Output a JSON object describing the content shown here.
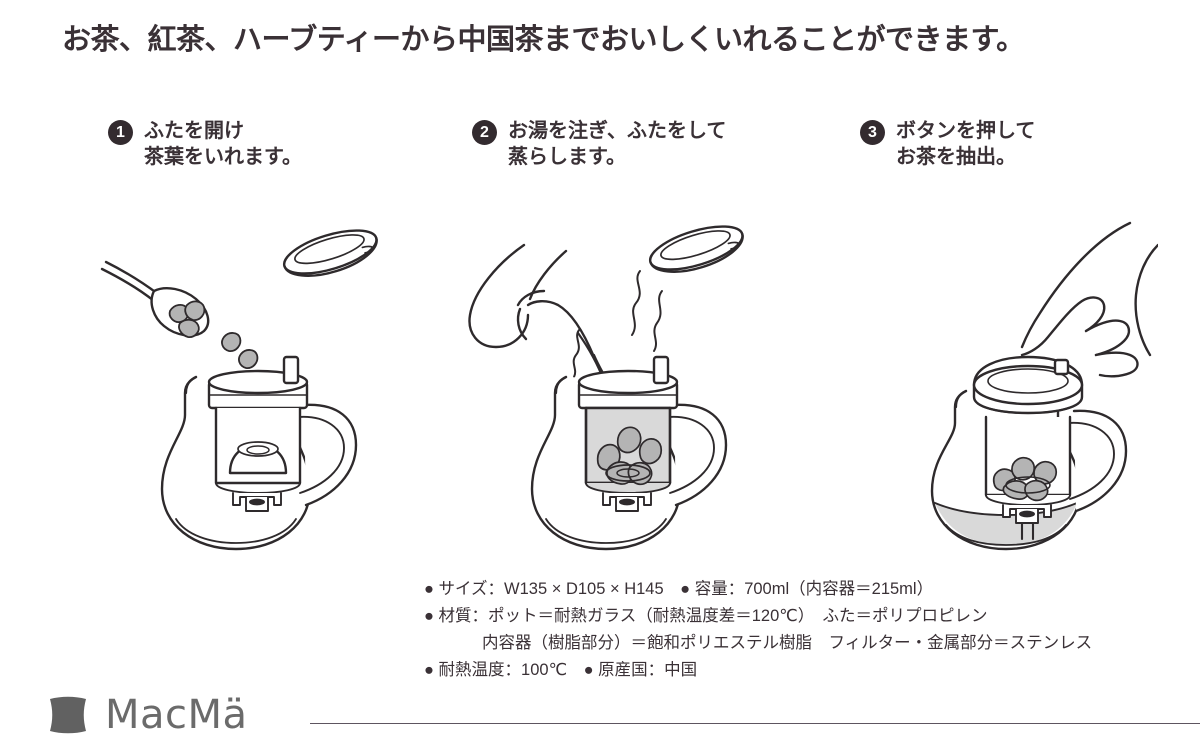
{
  "headline": "お茶、紅茶、ハーブティーから中国茶までおいしくいれることができます。",
  "steps": [
    {
      "number": "❶",
      "numeral": "1",
      "text": "ふたを開け\n茶葉をいれます。"
    },
    {
      "number": "❷",
      "numeral": "2",
      "text": "お湯を注ぎ、ふたをして\n蒸らします。"
    },
    {
      "number": "❸",
      "numeral": "3",
      "text": "ボタンを押して\nお茶を抽出。"
    }
  ],
  "illustrations": [
    {
      "caption_ref": "step-1",
      "alt": "ふたを開けてスプーンで茶葉を内容器に入れる図"
    },
    {
      "caption_ref": "step-2",
      "alt": "やかんからお湯を注ぎ、湯気が立ちふたをする図"
    },
    {
      "caption_ref": "step-3",
      "alt": "指でボタンを押してお茶がポットに抽出される図"
    }
  ],
  "specs": {
    "bullet": "●",
    "lines": [
      {
        "indent": false,
        "text": "● サイズ：W135 × D105 × H145　● 容量：700ml（内容器＝215ml）"
      },
      {
        "indent": false,
        "text": "● 材質：ポット＝耐熱ガラス（耐熱温度差＝120℃）　ふた＝ポリプロピレン"
      },
      {
        "indent": true,
        "text": "内容器（樹脂部分）＝飽和ポリエステル樹脂　フィルター・金属部分＝ステンレス"
      },
      {
        "indent": false,
        "text": "● 耐熱温度：100℃　● 原産国：中国"
      }
    ]
  },
  "footer": {
    "brand": "MacMä"
  },
  "colors": {
    "text": "#3a3136",
    "ink": "#2e2a2c",
    "logo_gray": "#6b6b6b",
    "mark_gray": "#616161",
    "water_gray": "#d9d9d9",
    "leaf_gray": "#b4b4b4",
    "rule": "#5d5560",
    "background": "#ffffff"
  }
}
